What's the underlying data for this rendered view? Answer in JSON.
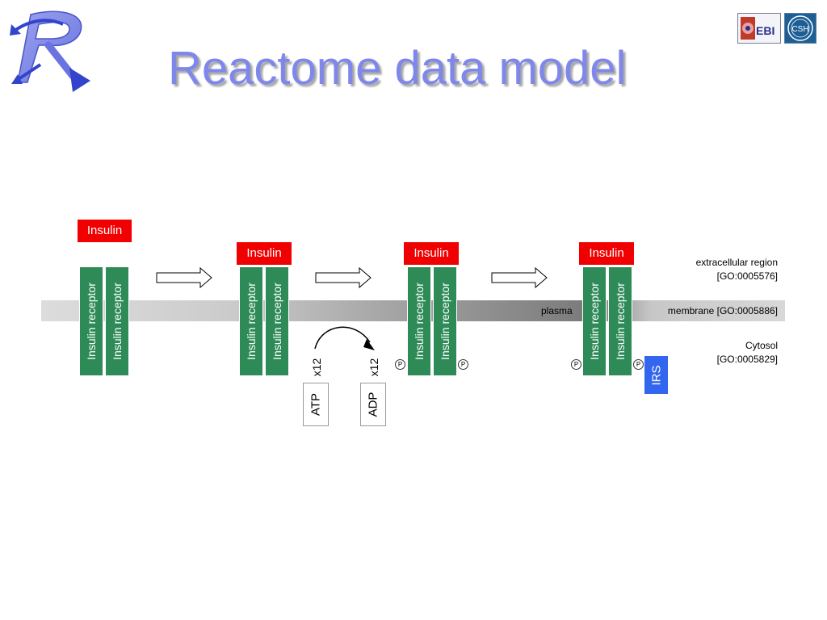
{
  "title": "Reactome data model",
  "logos": {
    "reactome": "reactome-r-logo",
    "ebi_text": "EBI",
    "csh_text": "CSH"
  },
  "colors": {
    "title": "#7f87ea",
    "insulin": "#f00000",
    "receptor": "#2e8b57",
    "irs": "#3366ee"
  },
  "stages": [
    {
      "insulin": "Insulin",
      "receptor_a": "Insulin receptor",
      "receptor_b": "Insulin receptor",
      "phosphorylated": false,
      "irs_bound": false
    },
    {
      "insulin": "Insulin",
      "receptor_a": "Insulin receptor",
      "receptor_b": "Insulin receptor",
      "phosphorylated": false,
      "irs_bound": false
    },
    {
      "insulin": "Insulin",
      "receptor_a": "Insulin receptor",
      "receptor_b": "Insulin receptor",
      "phosphorylated": true,
      "irs_bound": false
    },
    {
      "insulin": "Insulin",
      "receptor_a": "Insulin receptor",
      "receptor_b": "Insulin receptor",
      "phosphorylated": true,
      "irs_bound": true
    }
  ],
  "phospho_label": "P",
  "irs_label": "IRS",
  "reaction": {
    "input": "ATP",
    "input_count": "x12",
    "output": "ADP",
    "output_count": "x12"
  },
  "compartments": {
    "extracellular_line1": "extracellular region",
    "extracellular_line2": "[GO:0005576]",
    "plasma": "plasma",
    "membrane": "membrane [GO:0005886]",
    "cytosol_line1": "Cytosol",
    "cytosol_line2": "[GO:0005829]"
  }
}
